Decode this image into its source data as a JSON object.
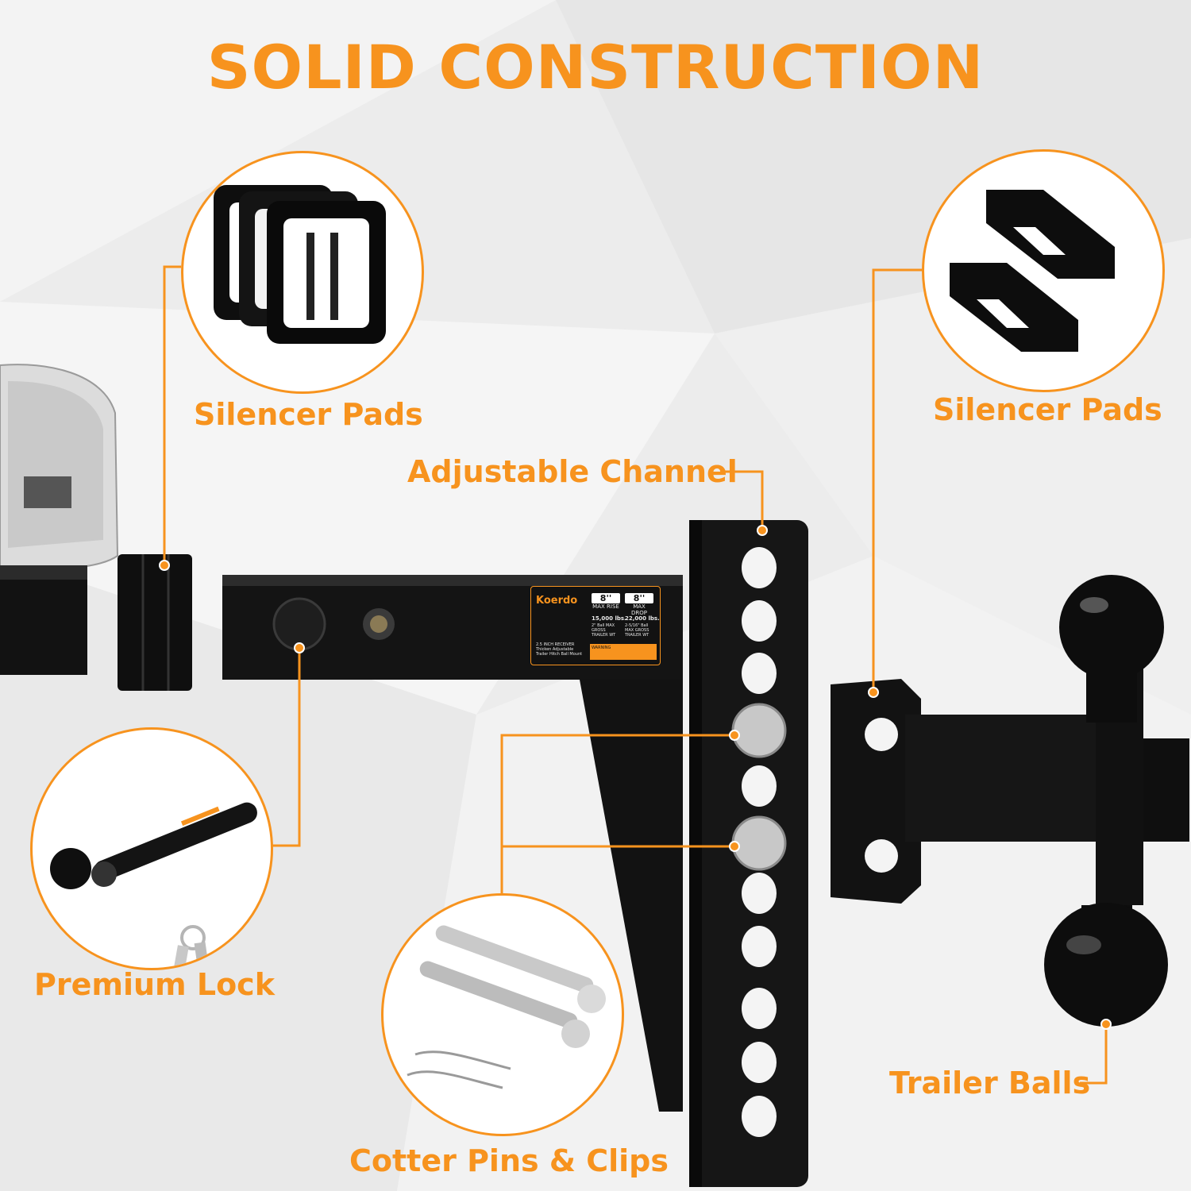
{
  "title": "SOLID CONSTRUCTION",
  "labels": {
    "silencer_pads_left": "Silencer Pads",
    "silencer_pads_right": "Silencer Pads",
    "adjustable_channel": "Adjustable Channel",
    "premium_lock": "Premium Lock",
    "cotter_pins": "Cotter Pins & Clips",
    "trailer_balls": "Trailer Balls"
  },
  "sticker": {
    "brand": "Koerdo",
    "rise": "8''",
    "rise_caption": "MAX RISE",
    "drop": "8''",
    "drop_caption": "MAX DROP",
    "rating_1": "15,000 lbs.",
    "rating_1_note": "2\" Ball MAX GROSS TRAILER WT",
    "rating_2": "22,000 lbs.",
    "rating_2_note": "2-5/16\" Ball MAX GROSS TRAILER WT",
    "description": "2.5 INCH RECEIVER Thicken Adjustable Trailer Hitch Ball Mount",
    "warning": "WARNING"
  },
  "colors": {
    "accent": "#f7931e",
    "metal": "#111111",
    "background": "#ececec"
  }
}
